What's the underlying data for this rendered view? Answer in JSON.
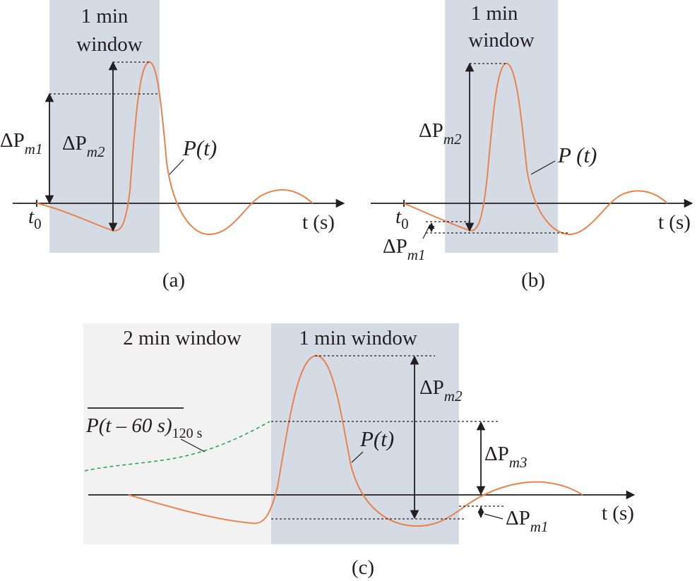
{
  "panels": {
    "a": {
      "caption": "(a)",
      "window_line1": "1 min",
      "window_line2": "window",
      "label_dpm1": {
        "base": "ΔP",
        "sub": "m1"
      },
      "label_dpm2": {
        "base": "ΔP",
        "sub": "m2"
      },
      "curve_label": "P(t)",
      "t0_label": {
        "base": "t",
        "sub": "0"
      },
      "axis_label": "t (s)"
    },
    "b": {
      "caption": "(b)",
      "window_line1": "1 min",
      "window_line2": "window",
      "label_dpm1": {
        "base": "ΔP",
        "sub": "m1"
      },
      "label_dpm2": {
        "base": "ΔP",
        "sub": "m2"
      },
      "curve_label": "P (t)",
      "t0_label": {
        "base": "t",
        "sub": "0"
      },
      "axis_label": "t (s)"
    },
    "c": {
      "caption": "(c)",
      "window_2min": "2 min window",
      "window_1min": "1 min window",
      "label_dpm1": {
        "base": "ΔP",
        "sub": "m1"
      },
      "label_dpm2": {
        "base": "ΔP",
        "sub": "m2"
      },
      "label_dpm3": {
        "base": "ΔP",
        "sub": "m3"
      },
      "curve_label": "P(t)",
      "avg_label": {
        "base": "P(t – 60 s)",
        "sub": "120 s"
      },
      "axis_label": "t (s)"
    }
  },
  "colors": {
    "window_1min": "#d5dbe5",
    "window_2min": "#f2f2f2",
    "curve": "#e8834e",
    "average": "#2aa64a",
    "ink": "#231f20"
  }
}
